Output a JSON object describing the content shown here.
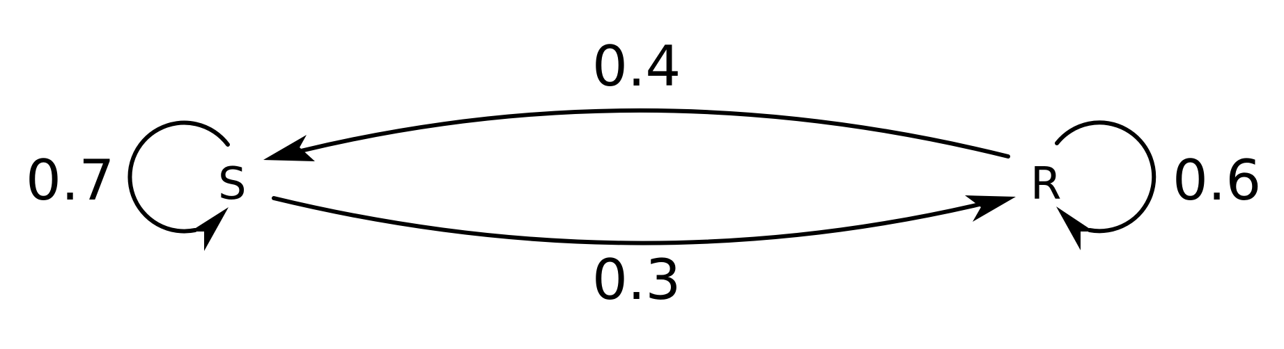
{
  "colors": {
    "stroke": "#000000",
    "background": "#ffffff"
  },
  "nodes": {
    "s": {
      "label": "S"
    },
    "r": {
      "label": "R"
    }
  },
  "edges": {
    "s_to_s": {
      "from": "S",
      "to": "S",
      "label": "0.7"
    },
    "r_to_s": {
      "from": "R",
      "to": "S",
      "label": "0.4"
    },
    "s_to_r": {
      "from": "S",
      "to": "R",
      "label": "0.3"
    },
    "r_to_r": {
      "from": "R",
      "to": "R",
      "label": "0.6"
    }
  }
}
